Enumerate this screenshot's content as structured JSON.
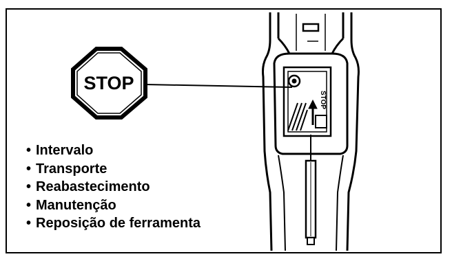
{
  "stop_sign": {
    "label": "STOP"
  },
  "switch_label": "STOP",
  "list": {
    "items": [
      "Intervalo",
      "Transporte",
      "Reabastecimento",
      "Manutenção",
      "Reposição de ferramenta"
    ]
  }
}
